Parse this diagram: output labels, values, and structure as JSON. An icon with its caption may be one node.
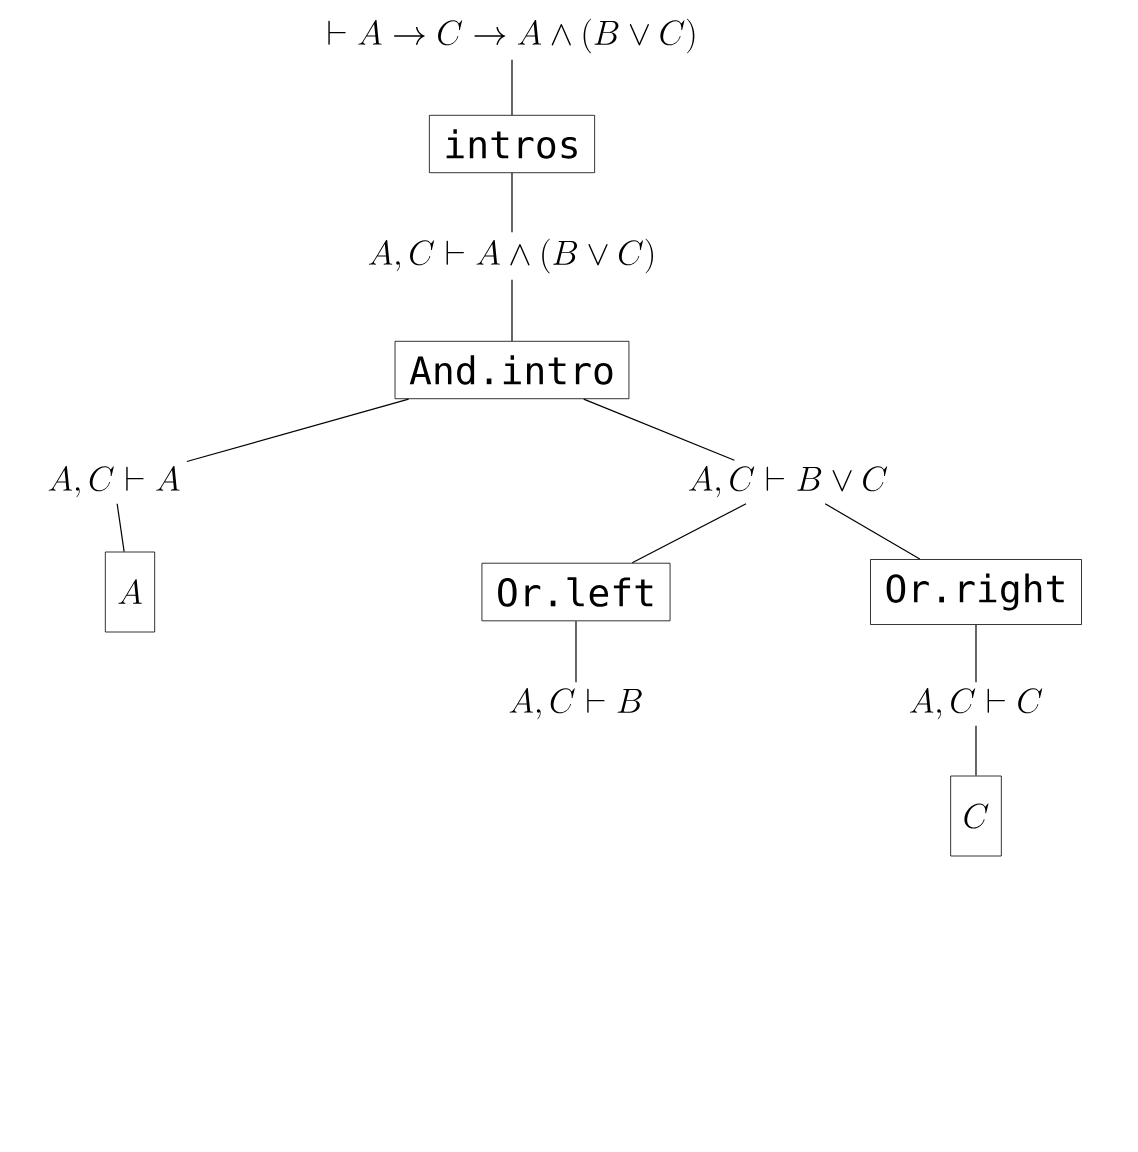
{
  "diagram": {
    "nodes": [
      {
        "text": [
          "\\vdash A \\to C \\to A \\land (B \\lor C)"
        ]
      },
      {
        "text": [
          "intros"
        ]
      },
      {
        "text": [
          "A, C \\vdash A \\land (B \\lor C)"
        ]
      },
      {
        "text": [
          "And.intro"
        ]
      },
      {
        "text": [
          "A, C \\vdash A"
        ]
      },
      {
        "text": [
          "A, C \\vdash B \\lor C"
        ]
      },
      {
        "text": [
          "A"
        ]
      },
      {
        "text": [
          "Or.left"
        ]
      },
      {
        "text": [
          "Or.right"
        ]
      },
      {
        "text": [
          "A, C \\vdash B"
        ]
      },
      {
        "text": [
          "A, C \\vdash C"
        ]
      },
      {
        "text": [
          "C"
        ]
      }
    ],
    "edges": [
      {
        "from": 0,
        "to": 1,
        "arrow": "none"
      },
      {
        "from": 1,
        "to": 2,
        "arrow": "none"
      },
      {
        "from": 2,
        "to": 3,
        "arrow": "none"
      },
      {
        "from": 3,
        "to": 4,
        "arrow": "none"
      },
      {
        "from": 3,
        "to": 5,
        "arrow": "none"
      },
      {
        "from": 4,
        "to": 6,
        "arrow": "none"
      },
      {
        "from": 5,
        "to": 7,
        "arrow": "none"
      },
      {
        "from": 5,
        "to": 8,
        "arrow": "none"
      },
      {
        "from": 7,
        "to": 9,
        "arrow": "none"
      },
      {
        "from": 8,
        "to": 10,
        "arrow": "none"
      },
      {
        "from": 10,
        "to": 11,
        "arrow": "none"
      }
    ]
  }
}
